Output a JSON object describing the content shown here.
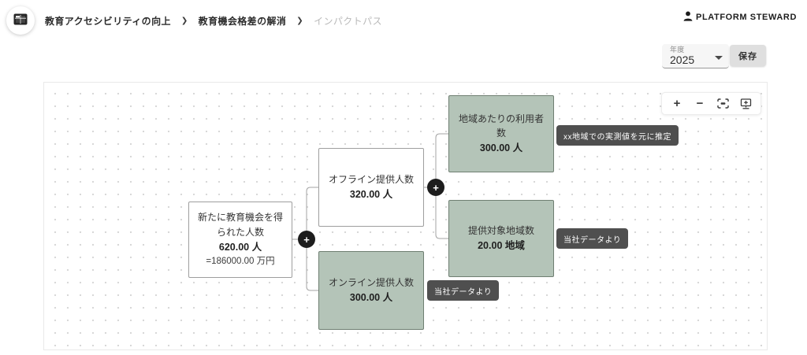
{
  "header": {
    "breadcrumbs": [
      {
        "label": "教育アクセシビリティの向上"
      },
      {
        "label": "教育機会格差の解消"
      },
      {
        "label": "インパクトパス"
      }
    ],
    "separator": "❯",
    "user": {
      "name": "PLATFORM STEWARD"
    }
  },
  "toolbar": {
    "year_select": {
      "label": "年度",
      "value": "2025"
    },
    "save_label": "保存"
  },
  "canvas": {
    "controls": [
      {
        "name": "zoom-in",
        "symbol": "+"
      },
      {
        "name": "zoom-out",
        "symbol": "−"
      },
      {
        "name": "fit-view"
      },
      {
        "name": "screen-add"
      }
    ],
    "operators": [
      {
        "symbol": "+"
      },
      {
        "symbol": "+"
      }
    ],
    "nodes": [
      {
        "id": "root",
        "title": "新たに教育機会を得られた人数",
        "value": "620.00 人",
        "subvalue": "=186000.00 万円",
        "variant": "white"
      },
      {
        "id": "offline",
        "title": "オフライン提供人数",
        "value": "320.00 人",
        "variant": "white"
      },
      {
        "id": "online",
        "title": "オンライン提供人数",
        "value": "300.00 人",
        "variant": "green",
        "tag": "当社データより"
      },
      {
        "id": "users_per_region",
        "title": "地域あたりの利用者数",
        "value": "300.00 人",
        "variant": "green",
        "tag": "xx地域での実測値を元に推定"
      },
      {
        "id": "target_regions",
        "title": "提供対象地域数",
        "value": "20.00 地域",
        "variant": "green",
        "tag": "当社データより"
      }
    ]
  },
  "colors": {
    "node_green": "#b4c4b8",
    "node_green_border": "#6f7f72",
    "node_white_border": "#9e9e9e",
    "tag_bg": "#4f4f4f",
    "operator_bg": "#1d1d1d",
    "edge": "#a3a3a3"
  }
}
